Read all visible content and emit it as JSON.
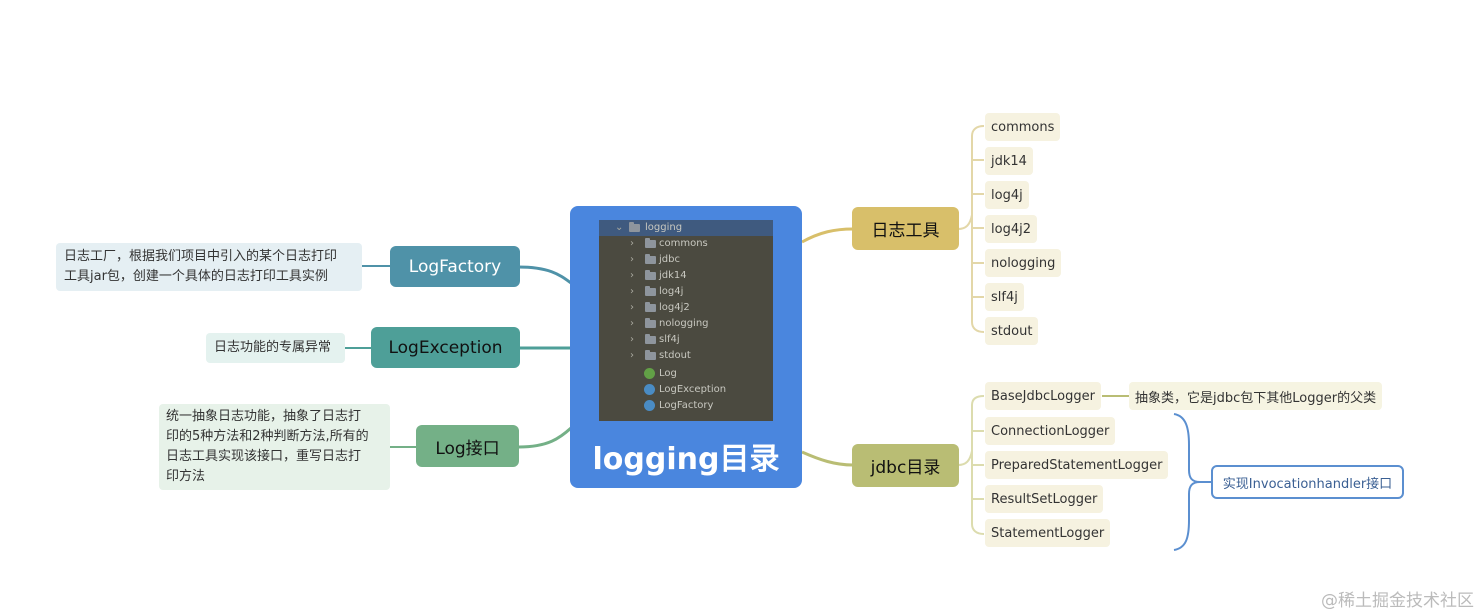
{
  "center": {
    "title": "logging目录",
    "tree": [
      {
        "label": "logging",
        "type": "root"
      },
      {
        "label": "commons",
        "type": "folder"
      },
      {
        "label": "jdbc",
        "type": "folder"
      },
      {
        "label": "jdk14",
        "type": "folder"
      },
      {
        "label": "log4j",
        "type": "folder"
      },
      {
        "label": "log4j2",
        "type": "folder"
      },
      {
        "label": "nologging",
        "type": "folder"
      },
      {
        "label": "slf4j",
        "type": "folder"
      },
      {
        "label": "stdout",
        "type": "folder"
      },
      {
        "label": "Log",
        "type": "interface"
      },
      {
        "label": "LogException",
        "type": "class"
      },
      {
        "label": "LogFactory",
        "type": "class"
      }
    ]
  },
  "left_nodes": {
    "log_factory": {
      "label": "LogFactory",
      "note": [
        "日志工厂，根据我们项目中引入的某个日志打印",
        "工具jar包，创建一个具体的日志打印工具实例"
      ]
    },
    "log_exception": {
      "label": "LogException",
      "note": [
        "日志功能的专属异常"
      ]
    },
    "log_interface": {
      "label": "Log接口",
      "note": [
        "统一抽象日志功能，抽象了日志打",
        "印的5种方法和2种判断方法,所有的",
        "日志工具实现该接口，重写日志打",
        "印方法"
      ]
    }
  },
  "right_nodes": {
    "log_tools": {
      "label": "日志工具",
      "children": [
        "commons",
        "jdk14",
        "log4j",
        "log4j2",
        "nologging",
        "slf4j",
        "stdout"
      ]
    },
    "jdbc_dir": {
      "label": "jdbc目录",
      "children": [
        "BaseJdbcLogger",
        "ConnectionLogger",
        "PreparedStatementLogger",
        "ResultSetLogger",
        "StatementLogger"
      ],
      "base_note": "抽象类，它是jdbc包下其他Logger的父类",
      "group_note": "实现Invocationhandler接口"
    }
  },
  "colors": {
    "center": "#4a86de",
    "log_factory": "#4f92a8",
    "log_exception": "#4e9f98",
    "log_interface": "#74b087",
    "log_tools": "#d8bf6a",
    "jdbc_dir": "#b9bd74",
    "leaf_bg": "#f6f2e0",
    "group_note_border": "#5b8fd0"
  },
  "watermark": "@稀土掘金技术社区"
}
